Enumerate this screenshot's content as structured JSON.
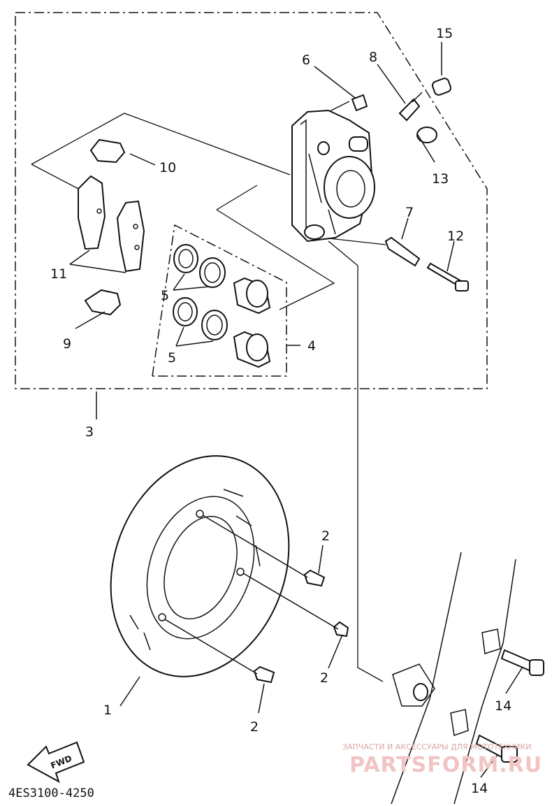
{
  "diagram": {
    "callouts": [
      "1",
      "2",
      "2",
      "2",
      "3",
      "4",
      "5",
      "5",
      "6",
      "7",
      "8",
      "9",
      "10",
      "11",
      "12",
      "13",
      "14",
      "14",
      "15"
    ],
    "fwd_label": "FWD",
    "code": "4ES3100-4250",
    "watermark_top": "ЗАПЧАСТИ И АКСЕССУАРЫ ДЛЯ МОТОТЕХНИКИ",
    "watermark_brand": "PARTSFORM.RU"
  }
}
